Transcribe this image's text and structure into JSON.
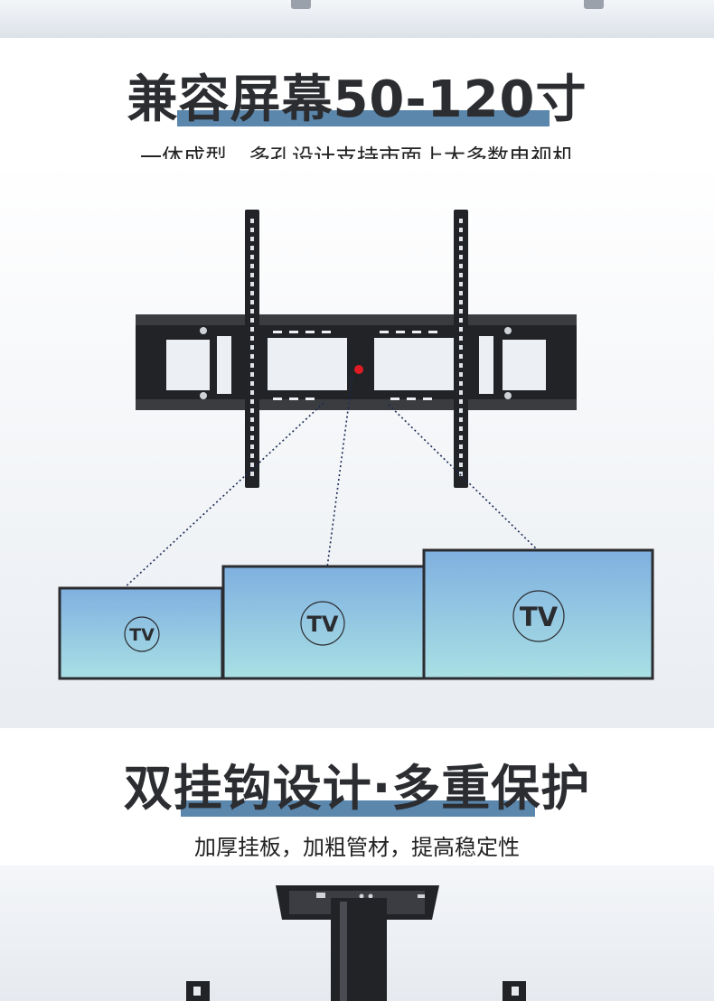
{
  "section1": {
    "title": "兼容屏幕50-120寸",
    "subtitle": "一体成型，多孔设计支持市面上大多数电视机",
    "tvs": [
      {
        "label": "TV"
      },
      {
        "label": "TV"
      },
      {
        "label": "TV"
      }
    ]
  },
  "section2": {
    "title": "双挂钩设计·多重保护",
    "subtitle": "加厚挂板，加粗管材，提高稳定性"
  },
  "colors": {
    "accent_bar": "#5b87ad",
    "title_text": "#2b2d31",
    "tv_top": "#7fb0e0",
    "tv_bottom": "#a9e0e4",
    "mount_dark": "#222326",
    "center_dot": "#e01b24"
  }
}
